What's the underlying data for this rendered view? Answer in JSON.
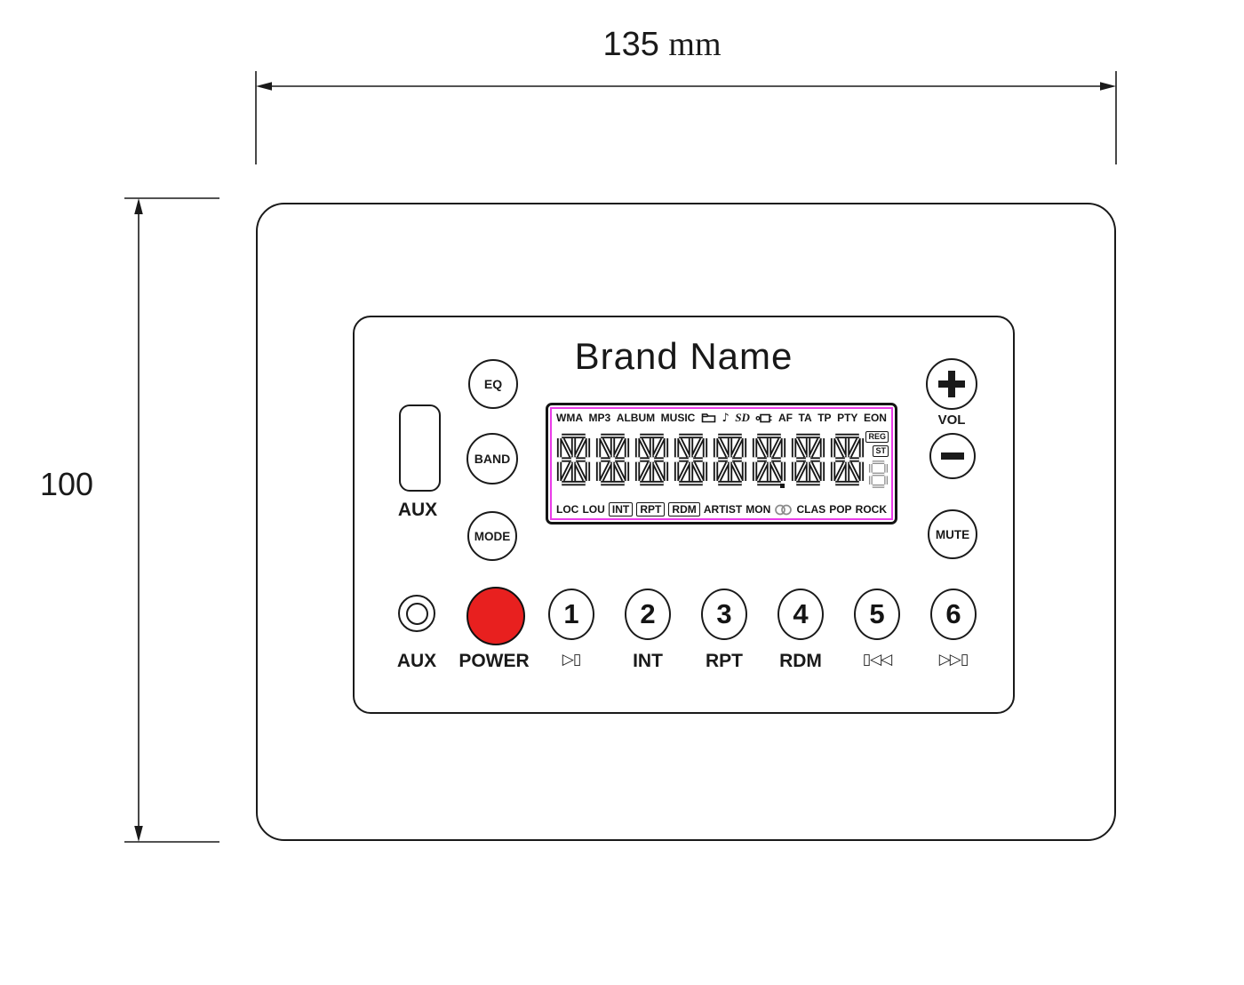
{
  "dimension_labels": {
    "width_value": "135",
    "width_unit": "mm",
    "height_value": "100"
  },
  "brand": "Brand Name",
  "colors": {
    "power_red": "#e8201f",
    "lcd_border_magenta": "#ea3ce8",
    "line": "#1a1a1a"
  },
  "left_controls": {
    "eq": "EQ",
    "band": "BAND",
    "mode": "MODE",
    "aux_slot_label": "AUX"
  },
  "right_controls": {
    "volume_up": "+",
    "volume_label": "VOL",
    "volume_down": "−",
    "mute": "MUTE"
  },
  "lcd": {
    "top_left": [
      "WMA",
      "MP3",
      "ALBUM",
      "MUSIC"
    ],
    "note_icon": "♪",
    "sd_label": "SD",
    "top_right": [
      "AF",
      "TA",
      "TP",
      "PTY",
      "EON"
    ],
    "badges": [
      "REG",
      "ST"
    ],
    "segment_char_count": 8,
    "bottom": [
      "LOC",
      "LOU",
      "INT",
      "RPT",
      "RDM",
      "ARTIST",
      "MON",
      "CLAS",
      "POP",
      "ROCK"
    ]
  },
  "bottom_controls": {
    "aux_jack_label": "AUX",
    "power_label": "POWER",
    "preset_buttons": [
      {
        "num": "1",
        "label": "▷▯"
      },
      {
        "num": "2",
        "label": "INT"
      },
      {
        "num": "3",
        "label": "RPT"
      },
      {
        "num": "4",
        "label": "RDM"
      },
      {
        "num": "5",
        "label": "▯◁◁"
      },
      {
        "num": "6",
        "label": "▷▷▯"
      }
    ]
  }
}
